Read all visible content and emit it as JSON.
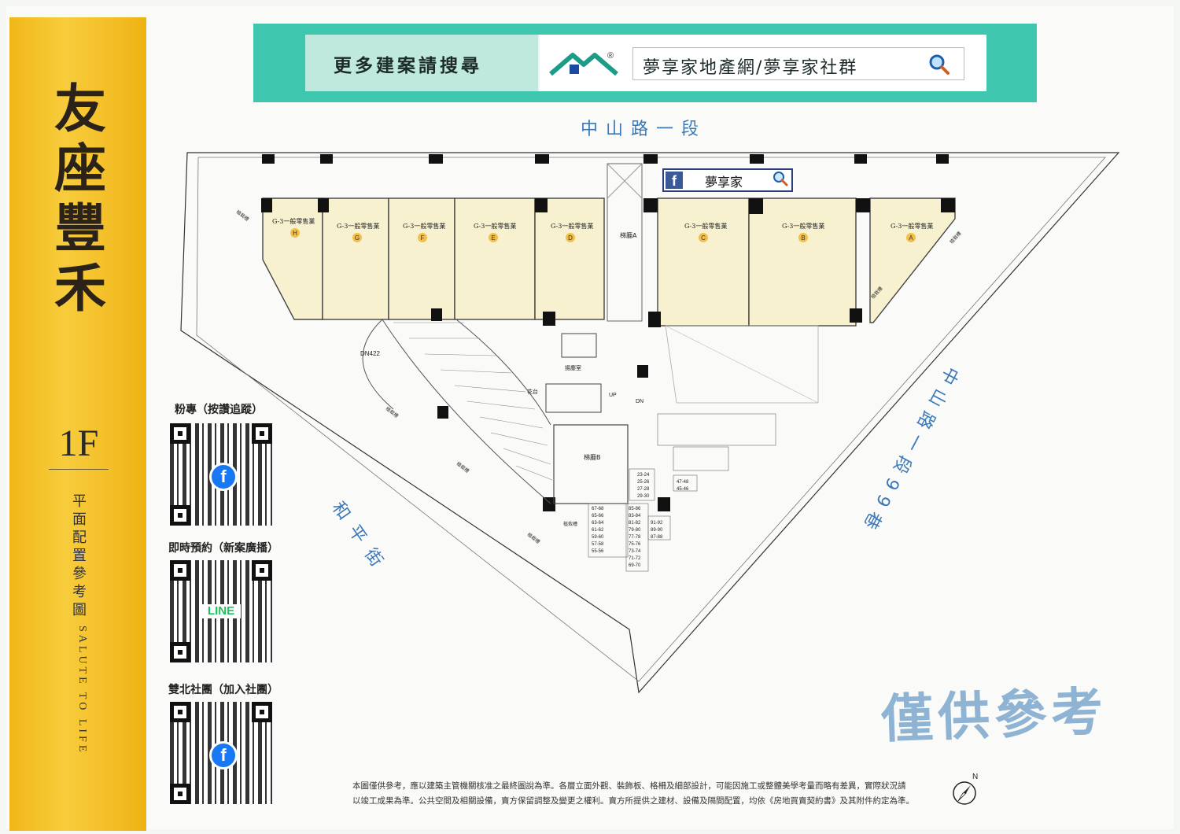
{
  "brand": {
    "title_chars": [
      "友",
      "座",
      "豐",
      "禾"
    ]
  },
  "floor": {
    "label": "1F",
    "title_chars": [
      "平",
      "面",
      "配",
      "置",
      "參",
      "考",
      "圖"
    ],
    "subtitle": "SALUTE TO LIFE"
  },
  "banner": {
    "left_text": "更多建案請搜尋",
    "search_text": "夢享家地產網/夢享家社群",
    "logo_mark": "®"
  },
  "qr_codes": [
    {
      "label": "粉專（按讚追蹤）",
      "logo": "f",
      "icon": "facebook-icon"
    },
    {
      "label": "即時預約（新案廣播）",
      "logo": "LINE",
      "icon": "line-icon"
    },
    {
      "label": "雙北社團（加入社團）",
      "logo": "f",
      "icon": "facebook-icon"
    }
  ],
  "streets": {
    "north": "中山路一段",
    "west": "和平街",
    "east": "中山路一段99巷"
  },
  "fb_tag": {
    "label": "夢享家",
    "f": "f"
  },
  "units": [
    {
      "id": "H",
      "label": "G-3一般零售業"
    },
    {
      "id": "G",
      "label": "G-3一般零售業"
    },
    {
      "id": "F",
      "label": "G-3一般零售業"
    },
    {
      "id": "E",
      "label": "G-3一般零售業"
    },
    {
      "id": "D",
      "label": "G-3一般零售業"
    },
    {
      "id": "C",
      "label": "G-3一般零售業"
    },
    {
      "id": "B",
      "label": "G-3一般零售業"
    },
    {
      "id": "A",
      "label": "G-3一般零售業"
    }
  ],
  "plan_labels": {
    "stair_a": "梯廳A",
    "stair_b": "梯廳B",
    "dn": "DN422",
    "planter": "植栽槽",
    "garden": "花台",
    "trash": "揚塵室",
    "up": "UP",
    "down": "DN"
  },
  "parking": {
    "col1": [
      "67-68",
      "65-66",
      "63-64",
      "61-62",
      "59-60",
      "57-58",
      "55-56"
    ],
    "col2": [
      "85-86",
      "83-84",
      "81-82",
      "79-80",
      "77-78",
      "75-76",
      "73-74",
      "71-72",
      "69-70"
    ],
    "col3": [
      "91-92",
      "89-90",
      "87-88"
    ],
    "col4": [
      "23-24",
      "25-26",
      "27-28",
      "29-30"
    ],
    "col5": [
      "47-48",
      "45-46"
    ]
  },
  "stamp": "僅供參考",
  "disclaimer": [
    "本圖僅供參考，應以建築主管機關核准之最終圖說為準。各層立面外觀、裝飾板、格柵及細部設計，可能因施工或整體美學考量而略有差異，實際狀況請",
    "以竣工成果為準。公共空間及相關設備，賣方保留調整及變更之權利。賣方所提供之建材、設備及隔間配置，均依《房地買賣契約書》及其附件約定為準。"
  ],
  "compass": {
    "label": "N"
  },
  "colors": {
    "gold": "#f4c02a",
    "teal": "#3fc6ae",
    "unit_fill": "#f7f1cf",
    "street_blue": "#3b78b8",
    "stamp_blue": "#8fb4d3"
  }
}
